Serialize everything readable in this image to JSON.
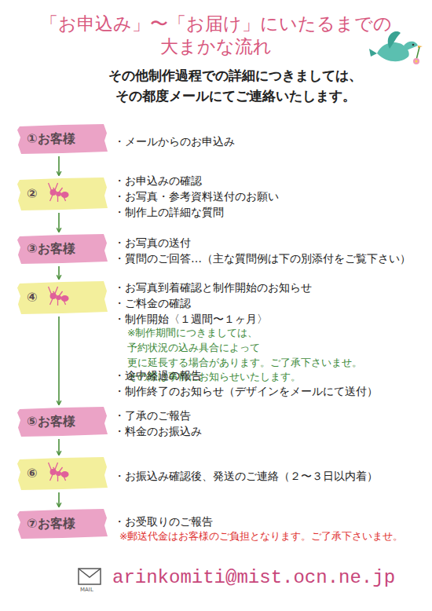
{
  "diagram": {
    "title": "「お申込み」〜「お届け」にいたるまでの 大まかな流れ",
    "nodes": [
      {
        "text": [
          "①お客様"
        ]
      },
      {
        "text": [
          "②"
        ]
      },
      {
        "text": [
          "③お客様"
        ]
      },
      {
        "text": [
          "④"
        ]
      },
      {
        "text": [
          "⑤お客様"
        ]
      },
      {
        "text": [
          "⑥"
        ]
      },
      {
        "text": [
          "⑦お客様"
        ]
      }
    ],
    "edges": [
      {
        "from": 0,
        "to": 1,
        "arrow": "to"
      },
      {
        "from": 1,
        "to": 2,
        "arrow": "to"
      },
      {
        "from": 2,
        "to": 3,
        "arrow": "to"
      },
      {
        "from": 3,
        "to": 4,
        "arrow": "to"
      },
      {
        "from": 4,
        "to": 5,
        "arrow": "to"
      },
      {
        "from": 5,
        "to": 6,
        "arrow": "to"
      }
    ],
    "labels": [
      "その他制作過程での詳細につきましては、 その都度メールにてご連絡いたします。",
      "・メールからのお申込み",
      "・お申込みの確認",
      "・お写真・参考資料送付のお願い",
      "・制作上の詳細な質問",
      "・お写真の送付",
      "・質問のご回答…（主な質問例は下の別添付をご覧下さい）",
      "・お写真到着確認と制作開始のお知らせ",
      "・ご料金の確認",
      "・制作開始〈１週間〜１ヶ月〉",
      "※制作期間につきましては、予約状況の込み具合によって 更に延長する場合があります。ご了承下さいませ。 その際は事前にお知らせいたします。",
      "・途中経過の報告",
      "・制作終了のお知らせ（デザインをメールにて送付）",
      "・了承のご報告",
      "・料金のお振込み",
      "・お振込み確認後、発送のご連絡（２〜３日以内着）",
      "・お受取りのご報告",
      "※郵送代金はお客様のご負担となります。ご了承下さいませ。",
      "MAIL",
      "arinkomiti@mist.ocn.ne.jp"
    ]
  }
}
